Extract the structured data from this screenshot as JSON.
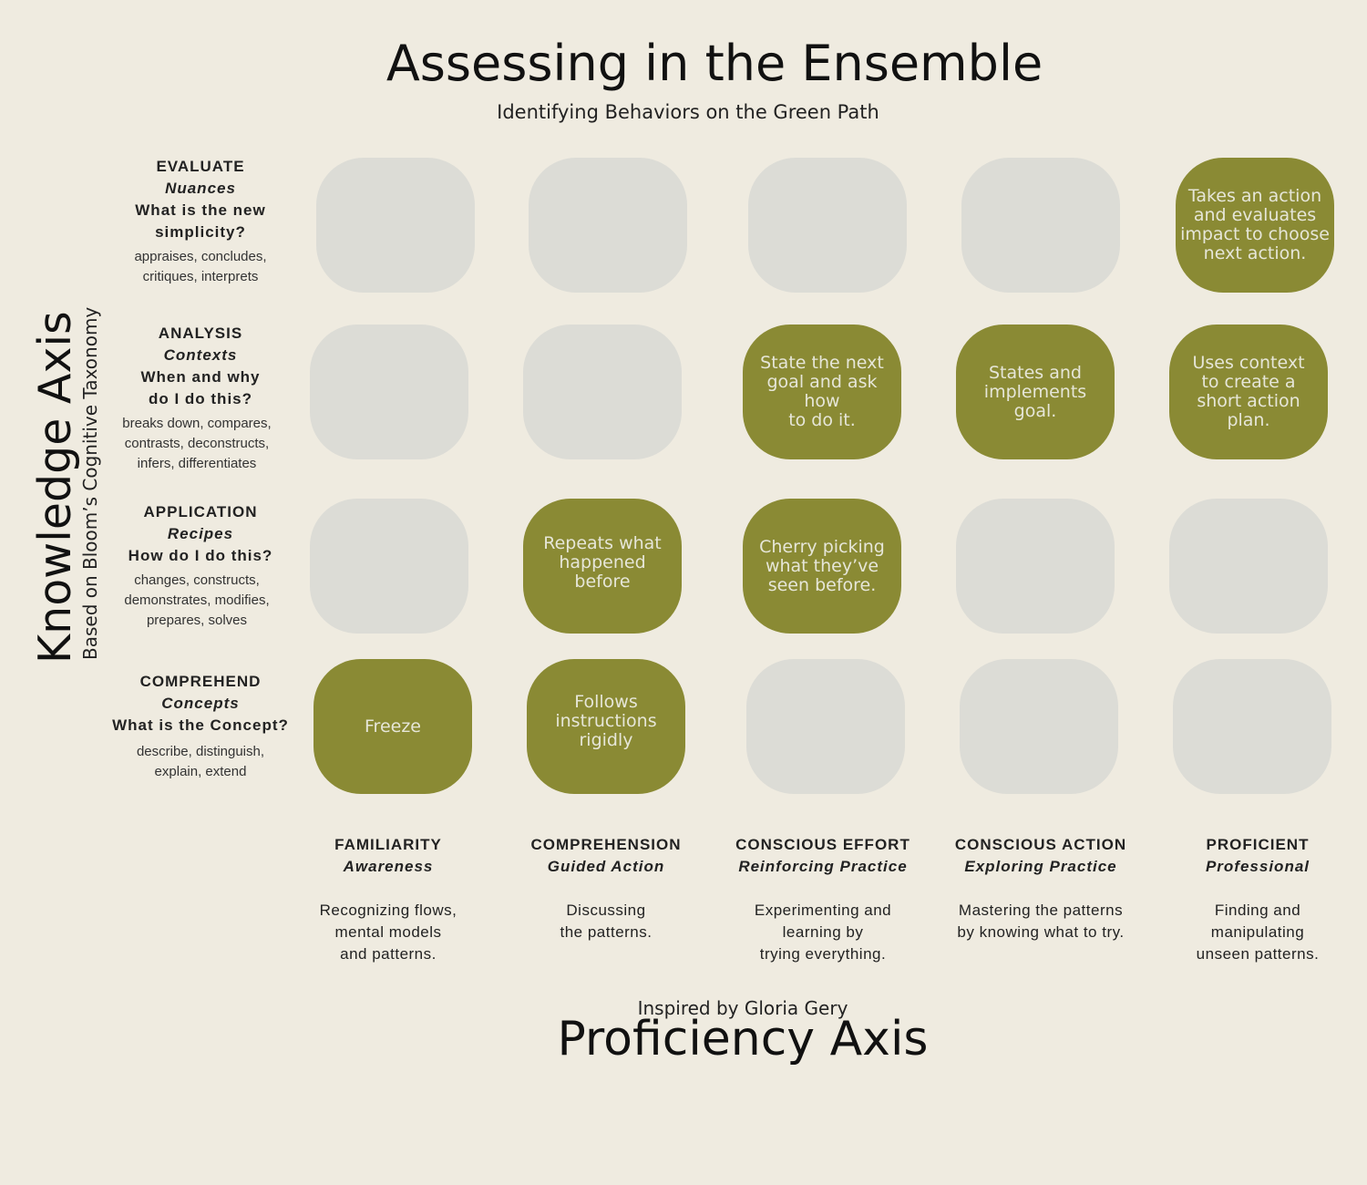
{
  "title": "Assessing in the Ensemble",
  "subtitle": "Identifying Behaviors on the Green Path",
  "knowledge_axis": {
    "title": "Knowledge Axis",
    "subtitle": "Based on Bloom’s Cognitive Taxonomy"
  },
  "rows": [
    {
      "name": "EVALUATE",
      "theme": "Nuances",
      "question_line1": "What is the new",
      "question_line2": "simplicity?",
      "verbs_line1": "appraises, concludes,",
      "verbs_line2": "critiques, interprets",
      "verbs_line3": ""
    },
    {
      "name": "ANALYSIS",
      "theme": "Contexts",
      "question_line1": "When and why",
      "question_line2": "do I do this?",
      "verbs_line1": "breaks down, compares,",
      "verbs_line2": "contrasts, deconstructs,",
      "verbs_line3": "infers, differentiates"
    },
    {
      "name": "APPLICATION",
      "theme": "Recipes",
      "question_line1": "How do I do this?",
      "question_line2": "",
      "verbs_line1": "changes, constructs,",
      "verbs_line2": "demonstrates, modifies,",
      "verbs_line3": "prepares, solves"
    },
    {
      "name": "COMPREHEND",
      "theme": "Concepts",
      "question_line1": "What is the Concept?",
      "question_line2": "",
      "verbs_line1": "describe, distinguish,",
      "verbs_line2": "explain, extend",
      "verbs_line3": ""
    }
  ],
  "columns": [
    {
      "name": "FAMILIARITY",
      "theme": "Awareness",
      "desc_line1": "Recognizing flows,",
      "desc_line2": "mental models",
      "desc_line3": "and patterns."
    },
    {
      "name": "COMPREHENSION",
      "theme": "Guided Action",
      "desc_line1": "Discussing",
      "desc_line2": "the patterns.",
      "desc_line3": ""
    },
    {
      "name": "CONSCIOUS EFFORT",
      "theme": "Reinforcing Practice",
      "desc_line1": "Experimenting and",
      "desc_line2": "learning by",
      "desc_line3": "trying everything."
    },
    {
      "name": "CONSCIOUS ACTION",
      "theme": "Exploring Practice",
      "desc_line1": "Mastering the patterns",
      "desc_line2": "by knowing what to try.",
      "desc_line3": ""
    },
    {
      "name": "PROFICIENT",
      "theme": "Professional",
      "desc_line1": "Finding and",
      "desc_line2": "manipulating",
      "desc_line3": "unseen patterns."
    }
  ],
  "cells": {
    "evaluate": [
      {
        "filled": false,
        "line1": "",
        "line2": "",
        "line3": "",
        "line4": ""
      },
      {
        "filled": false,
        "line1": "",
        "line2": "",
        "line3": "",
        "line4": ""
      },
      {
        "filled": false,
        "line1": "",
        "line2": "",
        "line3": "",
        "line4": ""
      },
      {
        "filled": false,
        "line1": "",
        "line2": "",
        "line3": "",
        "line4": ""
      },
      {
        "filled": true,
        "line1": "Takes an action",
        "line2": "and evaluates",
        "line3": "impact to choose",
        "line4": "next action."
      }
    ],
    "analysis": [
      {
        "filled": false,
        "line1": "",
        "line2": "",
        "line3": "",
        "line4": ""
      },
      {
        "filled": false,
        "line1": "",
        "line2": "",
        "line3": "",
        "line4": ""
      },
      {
        "filled": true,
        "line1": "State the next",
        "line2": "goal and ask how",
        "line3": "to do it.",
        "line4": ""
      },
      {
        "filled": true,
        "line1": "States and",
        "line2": "implements",
        "line3": "goal.",
        "line4": ""
      },
      {
        "filled": true,
        "line1": "Uses context",
        "line2": "to create a",
        "line3": "short action",
        "line4": "plan."
      }
    ],
    "application": [
      {
        "filled": false,
        "line1": "",
        "line2": "",
        "line3": "",
        "line4": ""
      },
      {
        "filled": true,
        "line1": "Repeats what",
        "line2": "happened",
        "line3": "before",
        "line4": ""
      },
      {
        "filled": true,
        "line1": "Cherry picking",
        "line2": "what they’ve",
        "line3": "seen before.",
        "line4": ""
      },
      {
        "filled": false,
        "line1": "",
        "line2": "",
        "line3": "",
        "line4": ""
      },
      {
        "filled": false,
        "line1": "",
        "line2": "",
        "line3": "",
        "line4": ""
      }
    ],
    "comprehend": [
      {
        "filled": true,
        "line1": "Freeze",
        "line2": "",
        "line3": "",
        "line4": ""
      },
      {
        "filled": true,
        "line1": "Follows",
        "line2": "instructions",
        "line3": "rigidly",
        "line4": ""
      },
      {
        "filled": false,
        "line1": "",
        "line2": "",
        "line3": "",
        "line4": ""
      },
      {
        "filled": false,
        "line1": "",
        "line2": "",
        "line3": "",
        "line4": ""
      },
      {
        "filled": false,
        "line1": "",
        "line2": "",
        "line3": "",
        "line4": ""
      }
    ]
  },
  "credit": "Inspired by Gloria Gery",
  "proficiency_axis": "Proficiency Axis",
  "colors": {
    "background": "#efebe0",
    "filled_cell": "#8a8a34",
    "empty_cell": "#dcdcd6",
    "filled_text": "#e6e6d8"
  }
}
